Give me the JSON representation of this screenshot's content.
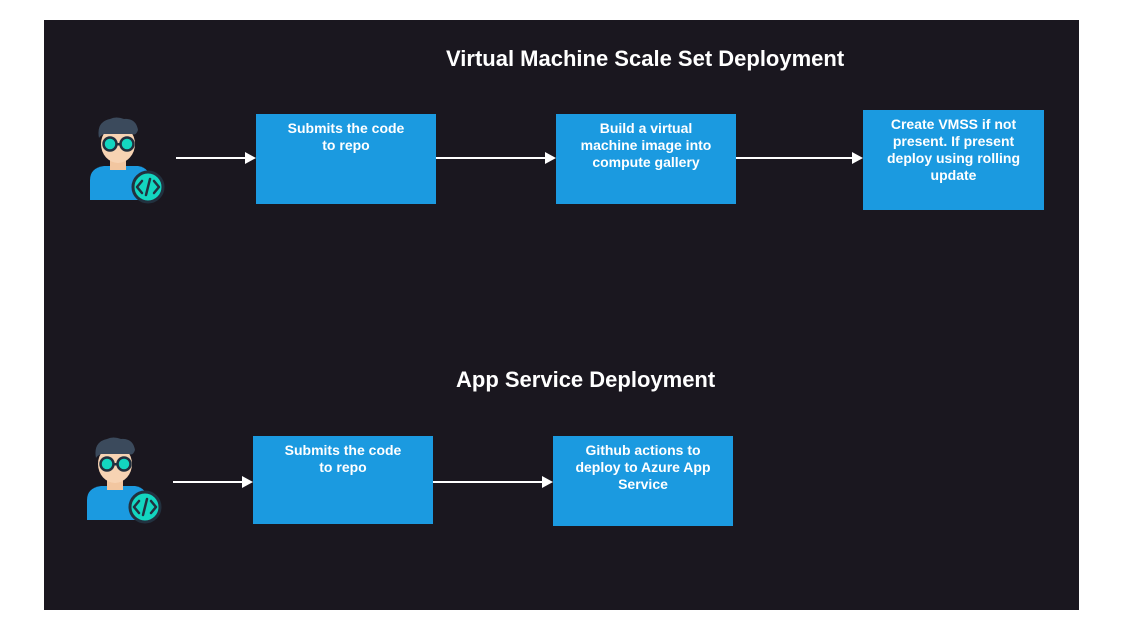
{
  "diagrams": [
    {
      "title": "Virtual Machine Scale Set Deployment",
      "actor_icon": "developer-icon",
      "steps": [
        [
          "Submits the code",
          "to repo"
        ],
        [
          "Build a virtual",
          "machine image into",
          "compute gallery"
        ],
        [
          "Create VMSS if not",
          "present. If present",
          "deploy using rolling",
          "update"
        ]
      ]
    },
    {
      "title": "App Service Deployment",
      "actor_icon": "developer-icon",
      "steps": [
        [
          "Submits the code",
          "to repo"
        ],
        [
          "Github actions to",
          "deploy to Azure App",
          "Service"
        ]
      ]
    }
  ],
  "colors": {
    "canvas": "#1a171f",
    "box": "#1b9ae0",
    "text": "#ffffff",
    "code_badge": "#13d6c0"
  }
}
